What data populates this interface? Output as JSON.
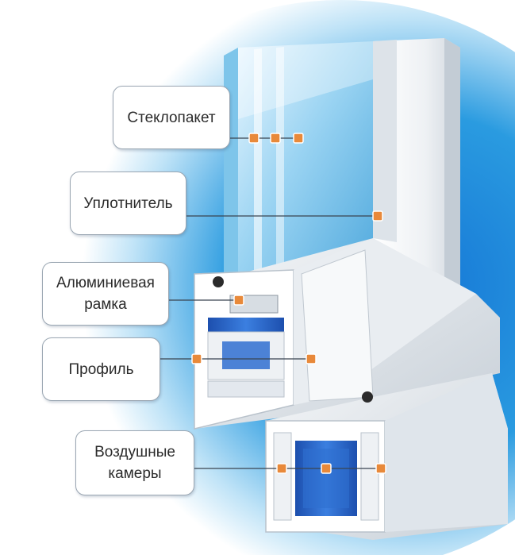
{
  "colors": {
    "backdrop": "#2a9be0",
    "frame": "#eef1f4",
    "reinforcement": "#2f6fd0",
    "marker": "#e8893a",
    "leader_line": "#3a4450"
  },
  "labels": {
    "glazing_unit": "Стеклопакет",
    "seal": "Уплотнитель",
    "aluminum_frame_line1": "Алюминиевая",
    "aluminum_frame_line2": "рамка",
    "profile": "Профиль",
    "air_chambers_line1": "Воздушные",
    "air_chambers_line2": "камеры"
  }
}
